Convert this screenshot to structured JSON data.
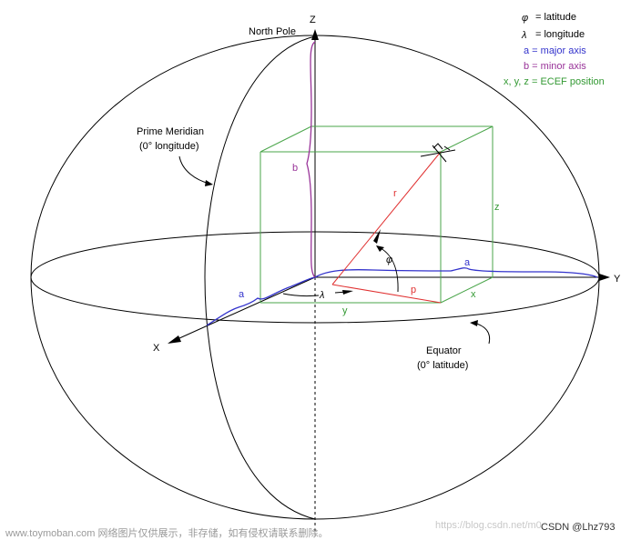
{
  "axes": {
    "z": "Z",
    "y": "Y",
    "x": "X"
  },
  "labels": {
    "north_pole": "North Pole",
    "prime_meridian_1": "Prime Meridian",
    "prime_meridian_2": "(0° longitude)",
    "equator_1": "Equator",
    "equator_2": "(0° latitude)",
    "a_left": "a",
    "a_right": "a",
    "b": "b",
    "r": "r",
    "p": "p",
    "box_x": "x",
    "box_y": "y",
    "box_z": "z",
    "phi": "φ",
    "lambda": "λ"
  },
  "legend": [
    {
      "symbol": "φ",
      "text": "= latitude",
      "color": "#000000"
    },
    {
      "symbol": "λ",
      "text": "= longitude",
      "color": "#000000"
    },
    {
      "symbol": "",
      "text": "a = major axis",
      "color": "#3333cc"
    },
    {
      "symbol": "",
      "text": "b = minor axis",
      "color": "#993399"
    },
    {
      "symbol": "",
      "text": "x, y, z = ECEF position",
      "color": "#339933"
    }
  ],
  "colors": {
    "ellipse": "#000000",
    "box": "#4aa54a",
    "major_axis": "#3333cc",
    "minor_axis": "#993399",
    "radius": "#e03030"
  },
  "watermarks": {
    "left": "www.toymoban.com 网络图片仅供展示，非存储，如有侵权请联系删除。",
    "right": "CSDN @Lhz793",
    "url": "https://blog.csdn.net/m0"
  }
}
